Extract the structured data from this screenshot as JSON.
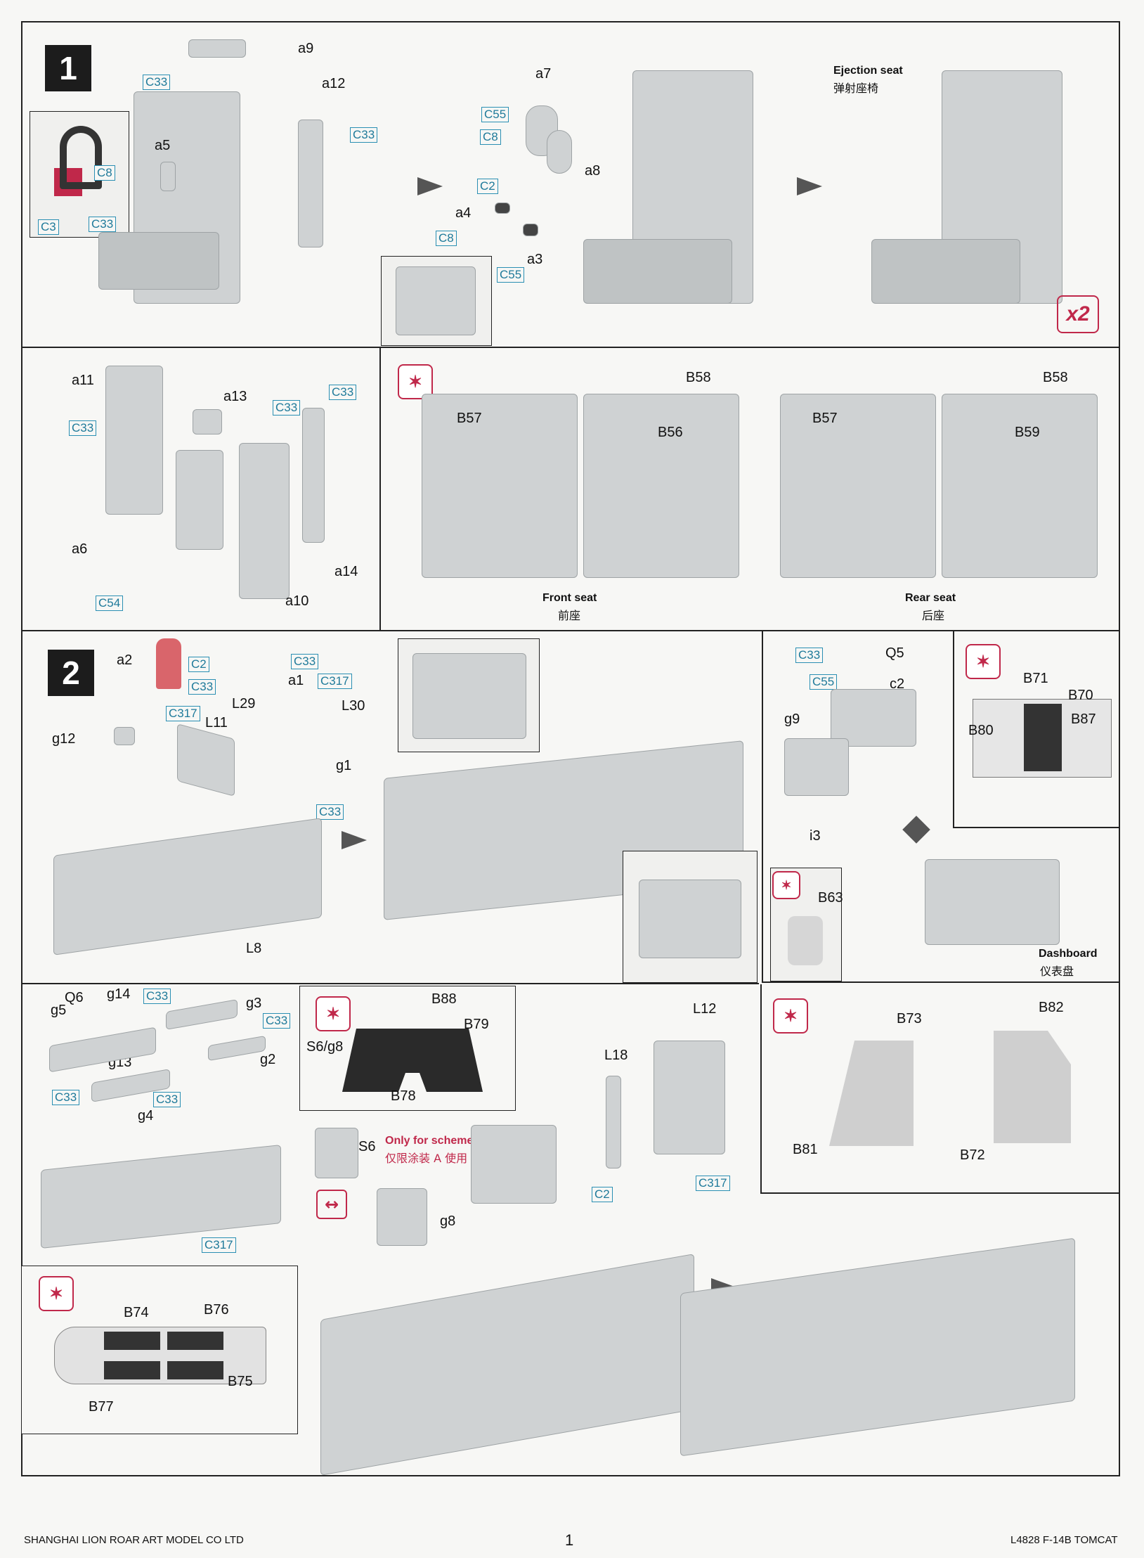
{
  "steps": [
    {
      "number": "1"
    },
    {
      "number": "2"
    }
  ],
  "step1": {
    "title_en": "Ejection seat",
    "title_cn": "弹射座椅",
    "quantity": "x2",
    "front_seat_en": "Front seat",
    "front_seat_cn": "前座",
    "rear_seat_en": "Rear seat",
    "rear_seat_cn": "后座",
    "parts": [
      "a9",
      "a12",
      "a5",
      "a7",
      "a8",
      "a4",
      "a3",
      "a11",
      "a13",
      "a6",
      "a14",
      "a10"
    ],
    "colors": [
      "C33",
      "C8",
      "C3",
      "C33",
      "C55",
      "C8",
      "C2",
      "C8",
      "C55",
      "C33",
      "C33",
      "C33",
      "C54"
    ],
    "decals": [
      "B58",
      "B57",
      "B56",
      "B58",
      "B57",
      "B59"
    ]
  },
  "step2": {
    "dashboard_en": "Dashboard",
    "dashboard_cn": "仪表盘",
    "scheme_en": "Only for scheme A",
    "scheme_cn": "仅限涂装 A 使用",
    "parts": [
      "a2",
      "a1",
      "L29",
      "L30",
      "L11",
      "g12",
      "g1",
      "L8",
      "Q5",
      "c2",
      "g9",
      "i3",
      "Q6",
      "g14",
      "g3",
      "g5",
      "g13",
      "g2",
      "g4",
      "S6",
      "g8",
      "L12",
      "L18"
    ],
    "colors": [
      "C2",
      "C33",
      "C33",
      "C317",
      "C317",
      "C33",
      "C33",
      "C55",
      "C33",
      "C33",
      "C33",
      "C33",
      "C317",
      "C2",
      "C317"
    ],
    "decals": [
      "B71",
      "B70",
      "B87",
      "B80",
      "B63",
      "B88",
      "B79",
      "S6/g8",
      "B78",
      "B73",
      "B82",
      "B81",
      "B72",
      "B74",
      "B76",
      "B77",
      "B75"
    ]
  },
  "footer": {
    "company": "SHANGHAI LION ROAR ART MODEL CO LTD",
    "page": "1",
    "product": "L4828 F-14B TOMCAT"
  }
}
